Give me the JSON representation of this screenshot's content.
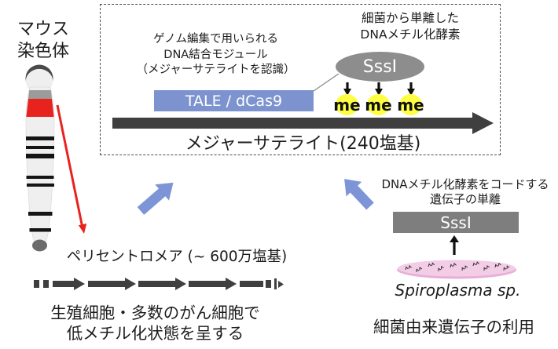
{
  "colors": {
    "accent_blue": "#7d93cf",
    "shape_gray": "#8d8d8d",
    "dark_gray_arrow": "#3f3f3f",
    "highlight_yellow": "#feff42",
    "alert_red": "#e8231d",
    "spiroplasma_pink": "#f3cde6"
  },
  "left_panel": {
    "chromosome_title_line1": "マウス",
    "chromosome_title_line2": "染色体",
    "pericentromere_label": "ペリセントロメア (~ 600万塩基)",
    "caption_line1": "生殖細胞・多数のがん細胞で",
    "caption_line2": "低メチル化状態を呈する"
  },
  "main_box": {
    "binding_module_line1": "ゲノム編集で用いられる",
    "binding_module_line2": "DNA結合モジュール",
    "binding_module_line3": "（メジャーサテライトを認識）",
    "enzyme_note_line1": "細菌から単離した",
    "enzyme_note_line2": "DNAメチル化酵素",
    "tale_label": "TALE / dCas9",
    "sssi_label": "SssI",
    "me_labels": [
      "me",
      "me",
      "me"
    ],
    "satellite_label": "メジャーサテライト(240塩基)"
  },
  "right_panel": {
    "gene_isolation_line1": "DNAメチル化酵素をコードする",
    "gene_isolation_line2": "遺伝子の単離",
    "sssi_label": "SssI",
    "species_label": "Spiroplasma sp.",
    "caption": "細菌由来遺伝子の利用"
  }
}
